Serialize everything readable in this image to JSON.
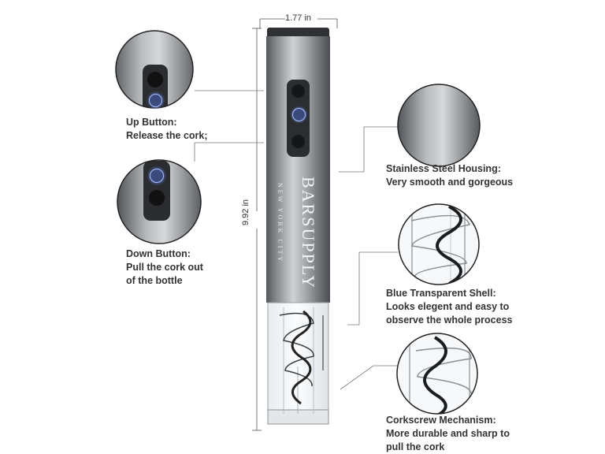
{
  "dimensions": {
    "width_label": "1.77 in",
    "height_label": "9.92 in"
  },
  "brand": {
    "name": "BARSUPPLY",
    "sub": "NEW YORK CITY"
  },
  "callouts": {
    "up_button": {
      "title": "Up Button:",
      "lines": [
        "Release the cork;"
      ]
    },
    "down_button": {
      "title": "Down Button:",
      "lines": [
        "Pull the cork out",
        "of the bottle"
      ]
    },
    "housing": {
      "title": "Stainless Steel Housing:",
      "lines": [
        "Very smooth and gorgeous"
      ]
    },
    "shell": {
      "title": "Blue Transparent Shell:",
      "lines": [
        "Looks elegent and easy to",
        "observe the whole process"
      ]
    },
    "corkscrew": {
      "title": "Corkscrew Mechanism:",
      "lines": [
        "More durable and sharp to",
        "pull the cork"
      ]
    }
  },
  "colors": {
    "steel_dark": "#5f6266",
    "steel_light": "#c9cbce",
    "text": "#333333",
    "led": "#7a9cff"
  },
  "icons": {
    "power_button_icon": "power-icon"
  }
}
